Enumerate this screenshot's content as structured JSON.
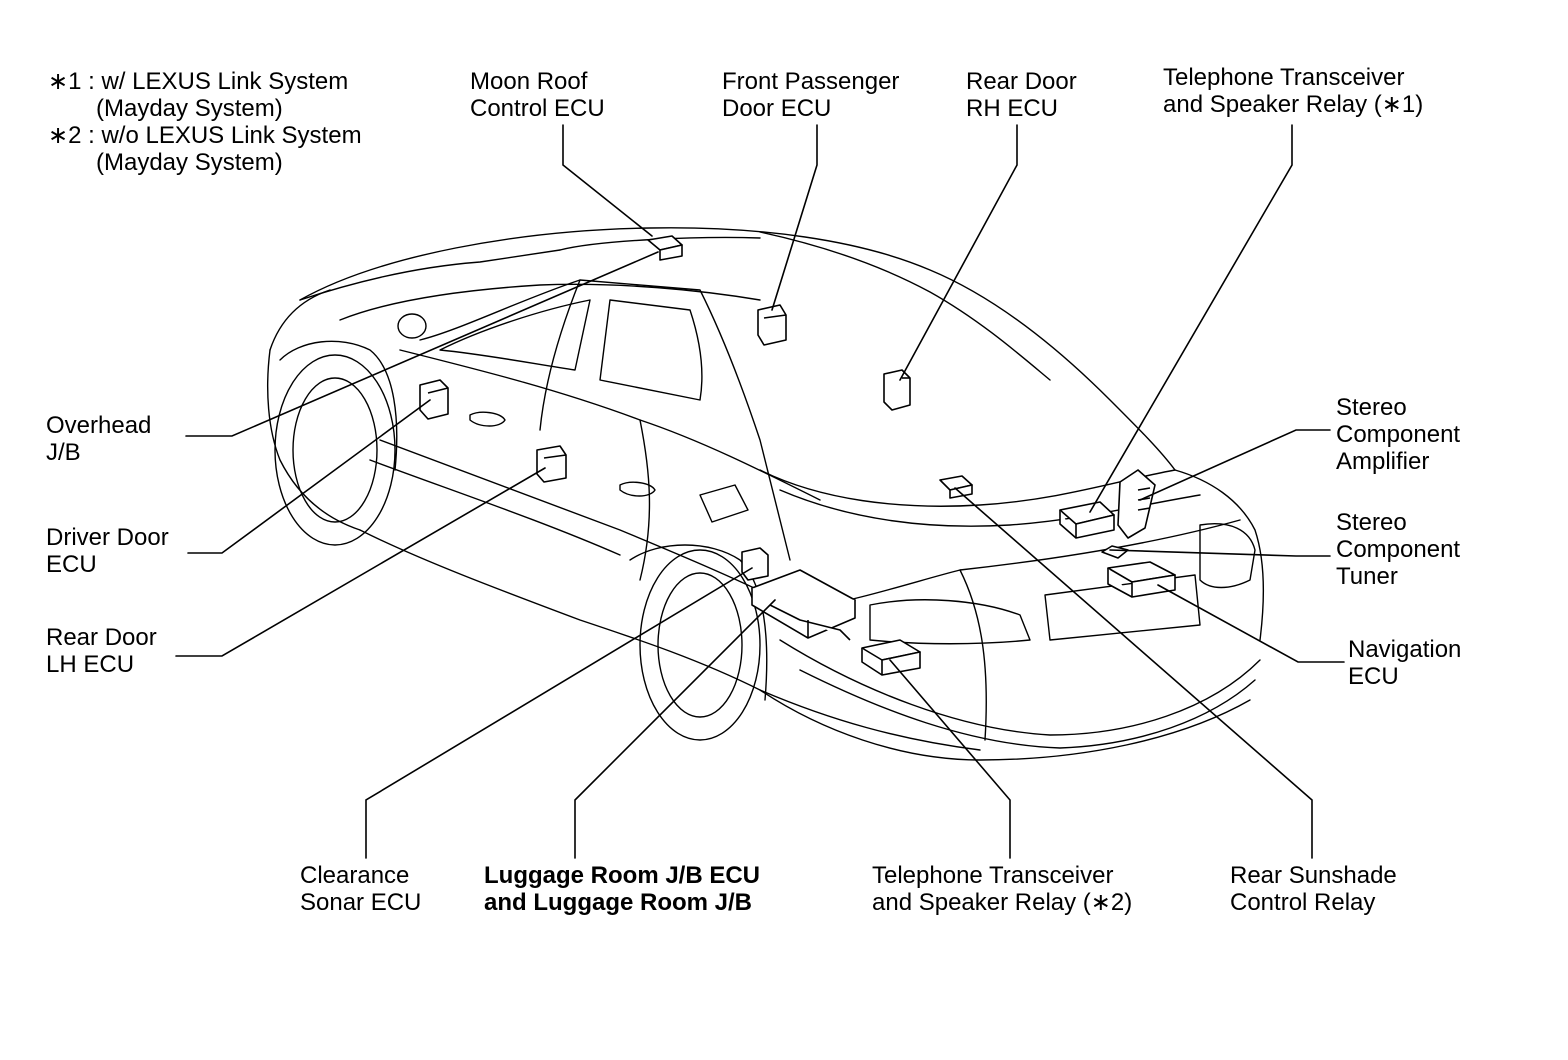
{
  "notes": [
    {
      "mark": "∗1 : ",
      "text": "w/ LEXUS Link System",
      "sub": "(Mayday System)"
    },
    {
      "mark": "∗2 : ",
      "text": "w/o LEXUS Link System",
      "sub": "(Mayday System)"
    }
  ],
  "labels": {
    "moon_roof": [
      "Moon Roof",
      "Control ECU"
    ],
    "front_passenger": [
      "Front Passenger",
      "Door ECU"
    ],
    "rear_door_rh": [
      "Rear Door",
      "RH ECU"
    ],
    "telephone_1": [
      "Telephone Transceiver",
      "and Speaker Relay (∗1)"
    ],
    "overhead_jb": [
      "Overhead",
      "J/B"
    ],
    "driver_door": [
      "Driver Door",
      "ECU"
    ],
    "rear_door_lh": [
      "Rear Door",
      "LH ECU"
    ],
    "stereo_amp": [
      "Stereo",
      "Component",
      "Amplifier"
    ],
    "stereo_tuner": [
      "Stereo",
      "Component",
      "Tuner"
    ],
    "navigation": [
      "Navigation",
      "ECU"
    ],
    "clearance_sonar": [
      "Clearance",
      "Sonar ECU"
    ],
    "luggage_room": [
      "Luggage Room J/B ECU",
      "and Luggage Room J/B"
    ],
    "telephone_2": [
      "Telephone Transceiver",
      "and Speaker Relay (∗2)"
    ],
    "rear_sunshade": [
      "Rear Sunshade",
      "Control Relay"
    ]
  }
}
